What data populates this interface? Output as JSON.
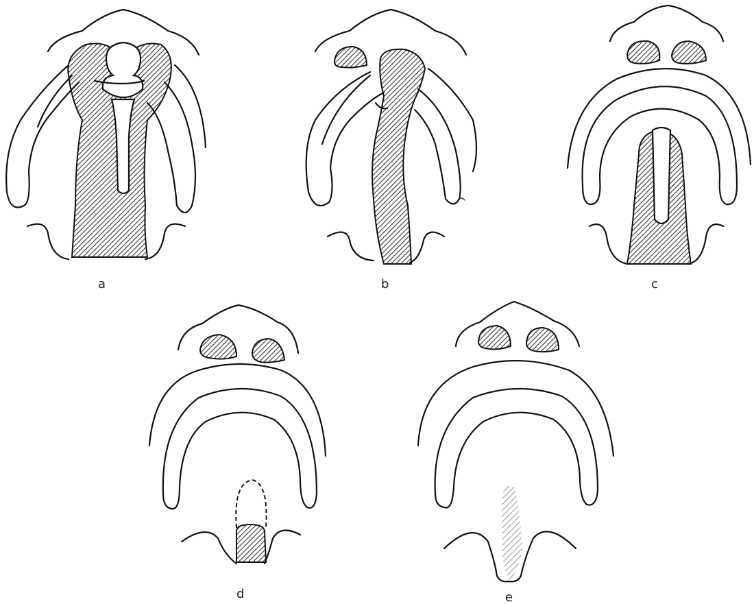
{
  "figure": {
    "panels": [
      {
        "id": "a",
        "label": "a"
      },
      {
        "id": "b",
        "label": "b"
      },
      {
        "id": "c",
        "label": "c"
      },
      {
        "id": "d",
        "label": "d"
      },
      {
        "id": "e",
        "label": "e"
      }
    ]
  }
}
